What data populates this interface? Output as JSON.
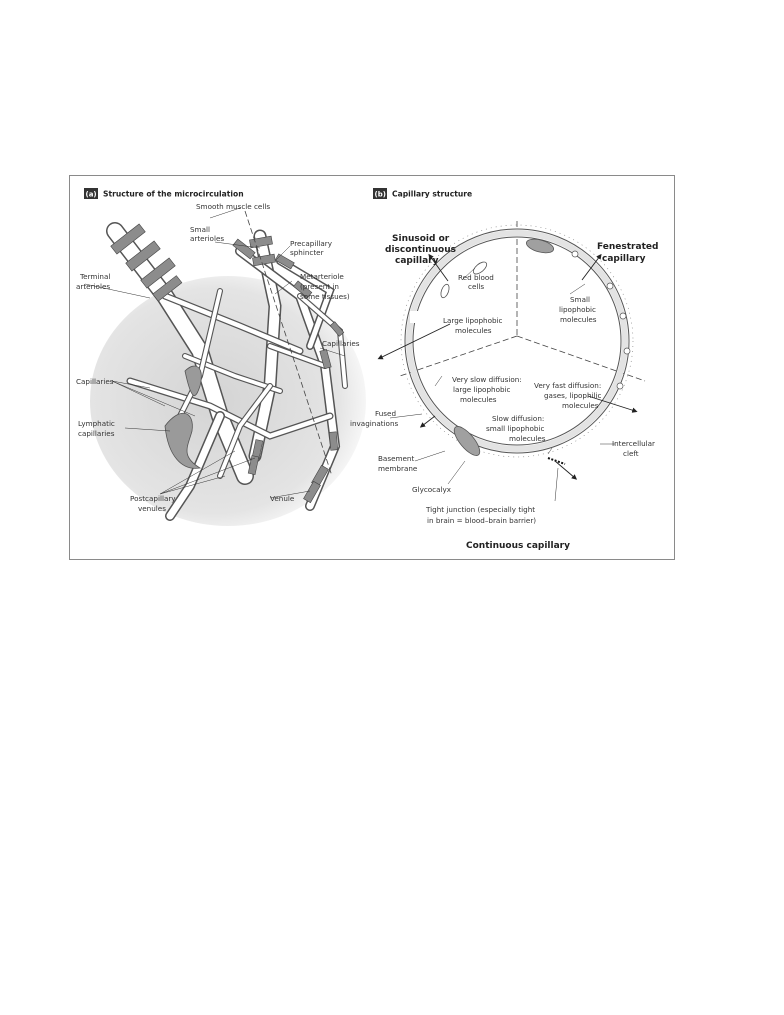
{
  "panel_a": {
    "badge": "(a)",
    "title": "Structure of the microcirculation",
    "labels": {
      "smooth_muscle_cells": "Smooth muscle cells",
      "small_arterioles_1": "Small",
      "small_arterioles_2": "arterioles",
      "precapillary_1": "Precapillary",
      "precapillary_2": "sphincter",
      "terminal_1": "Terminal",
      "terminal_2": "arterioles",
      "metarteriole_1": "Metarteriole",
      "metarteriole_2": "(present in",
      "metarteriole_3": "some tissues)",
      "capillaries_right": "Capillaries",
      "capillaries_left": "Capillaries",
      "lymphatic_1": "Lymphatic",
      "lymphatic_2": "capillaries",
      "postcapillary_1": "Postcapillary",
      "postcapillary_2": "venules",
      "venule": "Venule"
    }
  },
  "panel_b": {
    "badge": "(b)",
    "title": "Capillary structure",
    "labels": {
      "sinusoid_1": "Sinusoid or",
      "sinusoid_2": "discontinuous",
      "sinusoid_3": "capillary",
      "fenestrated_1": "Fenestrated",
      "fenestrated_2": "capillary",
      "rbc_1": "Red blood",
      "rbc_2": "cells",
      "small_lipo_1": "Small",
      "small_lipo_2": "lipophobic",
      "small_lipo_3": "molecules",
      "large_lipo_1": "Large lipophobic",
      "large_lipo_2": "molecules",
      "very_slow_1": "Very slow diffusion:",
      "very_slow_2": "large lipophobic",
      "very_slow_3": "molecules",
      "very_fast_1": "Very fast diffusion:",
      "very_fast_2": "gases, lipophilic",
      "very_fast_3": "molecules",
      "fused_1": "Fused",
      "fused_2": "invaginations",
      "slow_1": "Slow diffusion:",
      "slow_2": "small lipophobic",
      "slow_3": "molecules",
      "intercellular_1": "Intercellular",
      "intercellular_2": "cleft",
      "basement_1": "Basement",
      "basement_2": "membrane",
      "glycocalyx": "Glycocalyx",
      "tight_1": "Tight junction (especially tight",
      "tight_2": "in brain = blood–brain barrier)",
      "continuous": "Continuous capillary"
    }
  },
  "colors": {
    "vessel_fill": "#ffffff",
    "vessel_stroke": "#555555",
    "muscle_band": "#8c8c8c",
    "tissue_shade": "#cfcfcf",
    "badge_bg": "#333333"
  }
}
